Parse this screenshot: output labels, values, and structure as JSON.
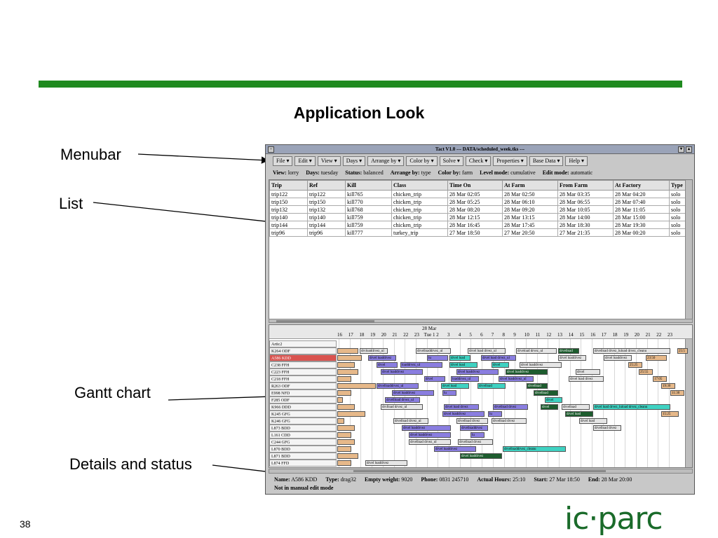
{
  "slide": {
    "title": "Application Look",
    "number": "38",
    "logo": "ic·parc",
    "callouts": {
      "menubar": "Menubar",
      "list": "List",
      "gantt": "Gantt chart",
      "details": "Details and status"
    }
  },
  "app": {
    "window_title": "Tact V1.0 --- DATA/scheduled_week.tks ---",
    "menus": [
      "File ▾",
      "Edit ▾",
      "View ▾",
      "Days ▾",
      "Arrange by ▾",
      "Color by ▾",
      "Solve ▾",
      "Check ▾",
      "Properties ▾",
      "Base Data ▾",
      "Help ▾"
    ],
    "info": [
      {
        "label": "View:",
        "value": "lorry"
      },
      {
        "label": "Days:",
        "value": "tuesday"
      },
      {
        "label": "Status:",
        "value": "balanced"
      },
      {
        "label": "Arrange by:",
        "value": "type"
      },
      {
        "label": "Color by:",
        "value": "farm"
      },
      {
        "label": "Level mode:",
        "value": "cumulative"
      },
      {
        "label": "Edit mode:",
        "value": "automatic"
      }
    ],
    "list": {
      "columns": [
        "Trip",
        "Ref",
        "Kill",
        "Class",
        "Time On",
        "At Farm",
        "From Farm",
        "At Factory",
        "Type"
      ],
      "rows": [
        [
          "trip122",
          "trip122",
          "kill765",
          "chicken_trip",
          "28 Mar 02:05",
          "28 Mar 02:50",
          "28 Mar 03:35",
          "28 Mar 04:20",
          "solo"
        ],
        [
          "trip150",
          "trip150",
          "kill770",
          "chicken_trip",
          "28 Mar 05:25",
          "28 Mar 06:10",
          "28 Mar 06:55",
          "28 Mar 07:40",
          "solo"
        ],
        [
          "trip132",
          "trip132",
          "kill768",
          "chicken_trip",
          "28 Mar 08:20",
          "28 Mar 09:20",
          "28 Mar 10:05",
          "28 Mar 11:05",
          "solo"
        ],
        [
          "trip140",
          "trip140",
          "kill759",
          "chicken_trip",
          "28 Mar 12:15",
          "28 Mar 13:15",
          "28 Mar 14:00",
          "28 Mar 15:00",
          "solo"
        ],
        [
          "trip144",
          "trip144",
          "kill759",
          "chicken_trip",
          "28 Mar 16:45",
          "28 Mar 17:45",
          "28 Mar 18:30",
          "28 Mar 19:30",
          "solo"
        ],
        [
          "trip96",
          "trip96",
          "kill777",
          "turkey_trip",
          "27 Mar 18:50",
          "27 Mar 20:50",
          "27 Mar 21:35",
          "28 Mar 00:20",
          "solo"
        ]
      ]
    },
    "gantt": {
      "date_label": "28 Mar",
      "day_label": "Tue 1",
      "hours": [
        "16",
        "17",
        "18",
        "19",
        "20",
        "21",
        "22",
        "23",
        "",
        "2",
        "3",
        "4",
        "5",
        "6",
        "7",
        "8",
        "9",
        "10",
        "11",
        "12",
        "13",
        "14",
        "15",
        "16",
        "17",
        "18",
        "19",
        "20",
        "21",
        "22",
        "23"
      ],
      "resources": [
        "Artic2",
        "K264 ODF",
        "A586 KDD",
        "C238 FFH",
        "C223 FFH",
        "C218 FFH",
        "R263 ODF",
        "E998 NFD",
        "F285 ODF",
        "K966 DDD",
        "K245 GFG",
        "K246 GFG",
        "L873 BDD",
        "L161 CDD",
        "C244 GFG",
        "L870 BDD",
        "L871 BDD",
        "L874 FFD"
      ],
      "lanes": [
        [],
        [
          [
            "tan",
            0,
            30,
            ""
          ],
          [
            "gray",
            32,
            40,
            "drvloaddrvez_ul"
          ],
          [
            "gray",
            112,
            50,
            "drvelloaddrvez_ul"
          ],
          [
            "gray",
            186,
            54,
            "drvel load drvez_ul"
          ],
          [
            "gray",
            255,
            58,
            "drveload drvez_ul"
          ],
          [
            "dgreen",
            315,
            30,
            "drvelload"
          ],
          [
            "gray",
            365,
            110,
            "drvelload drvez_luload drvez_cleanu"
          ],
          [
            "tan",
            485,
            15,
            "25:5"
          ]
        ],
        [
          [
            "tan",
            0,
            35,
            ""
          ],
          [
            "purple",
            44,
            40,
            "drvel loaddrvez"
          ],
          [
            "purple",
            128,
            30,
            "lu"
          ],
          [
            "teal",
            160,
            30,
            "drvel load"
          ],
          [
            "purple",
            205,
            50,
            "drvel load drvez_ul"
          ],
          [
            "gray",
            315,
            40,
            "drvel loaddrvez"
          ],
          [
            "gray",
            380,
            40,
            "drvel loaddrvez"
          ],
          [
            "tan",
            440,
            30,
            "23:50"
          ]
        ],
        [
          [
            "tan",
            0,
            25,
            ""
          ],
          [
            "purple",
            56,
            30,
            "drvel"
          ],
          [
            "purple",
            90,
            60,
            "loaddrvez_ul"
          ],
          [
            "teal",
            160,
            40,
            "drvel load"
          ],
          [
            "teal",
            220,
            25,
            "drvel"
          ],
          [
            "gray",
            260,
            60,
            "drvel loaddrvez"
          ],
          [
            "tan",
            415,
            20,
            "25:25"
          ]
        ],
        [
          [
            "tan",
            0,
            30,
            ""
          ],
          [
            "purple",
            62,
            60,
            "drvel loaddrvez"
          ],
          [
            "purple",
            170,
            60,
            "drvel loaddrvez"
          ],
          [
            "dgreen",
            240,
            60,
            "drvel loaddrvez"
          ],
          [
            "gray",
            340,
            35,
            "drvel"
          ],
          [
            "tan",
            430,
            20,
            "25:55"
          ]
        ],
        [
          [
            "tan",
            0,
            20,
            ""
          ],
          [
            "purple",
            124,
            30,
            "drvel"
          ],
          [
            "purple",
            162,
            40,
            "loaddrvez_ul"
          ],
          [
            "purple",
            230,
            50,
            "drvel loaddrvez_ul"
          ],
          [
            "gray",
            330,
            50,
            "drvel load drvez"
          ],
          [
            "tan",
            450,
            20,
            "17:05"
          ]
        ],
        [
          [
            "tan",
            0,
            55,
            ""
          ],
          [
            "purple",
            56,
            60,
            "drvelloaddrvez_ul"
          ],
          [
            "teal",
            148,
            40,
            "drvel load"
          ],
          [
            "teal",
            200,
            40,
            "drvelload"
          ],
          [
            "dgreen",
            270,
            30,
            "drvelload"
          ],
          [
            "tan",
            462,
            20,
            "19:30"
          ]
        ],
        [
          [
            "tan",
            0,
            20,
            ""
          ],
          [
            "purple",
            78,
            60,
            "drvel loaddrvez"
          ],
          [
            "purple",
            150,
            20,
            "lu"
          ],
          [
            "dgreen",
            280,
            35,
            "drvelload"
          ],
          [
            "tan",
            475,
            20,
            "11:30"
          ]
        ],
        [
          [
            "tan",
            0,
            8,
            ""
          ],
          [
            "purple",
            68,
            50,
            "drvellload drvez_ul"
          ],
          [
            "teal",
            296,
            25,
            "drvel"
          ]
        ],
        [
          [
            "tan",
            0,
            25,
            ""
          ],
          [
            "gray",
            62,
            60,
            "drvlload drvez_ul"
          ],
          [
            "purple",
            152,
            50,
            "drvel load drvez"
          ],
          [
            "purple",
            222,
            50,
            "drvelload drvez"
          ],
          [
            "dgreen",
            290,
            25,
            "drvel"
          ],
          [
            "gray",
            320,
            40,
            "drvelload"
          ],
          [
            "teal",
            365,
            110,
            "drvel load drvez_luload drvez_cleanu"
          ]
        ],
        [
          [
            "tan",
            0,
            40,
            ""
          ],
          [
            "purple",
            150,
            60,
            "drvel loaddrvez"
          ],
          [
            "purple",
            215,
            20,
            "lu"
          ],
          [
            "dgreen",
            325,
            40,
            "drvel load"
          ],
          [
            "tan",
            462,
            25,
            "15:25"
          ]
        ],
        [
          [
            "tan",
            0,
            10,
            ""
          ],
          [
            "gray",
            80,
            50,
            "drvelload drvez_ul"
          ],
          [
            "gray",
            170,
            45,
            "drvelload drvez"
          ],
          [
            "gray",
            220,
            50,
            "drvelload drvez"
          ],
          [
            "gray",
            345,
            40,
            "drvel load"
          ]
        ],
        [
          [
            "tan",
            0,
            25,
            ""
          ],
          [
            "purple",
            92,
            70,
            "drvel loaddrvez"
          ],
          [
            "purple",
            175,
            40,
            "drvelloaddrvez"
          ],
          [
            "gray",
            365,
            40,
            "drvelload drvez"
          ]
        ],
        [
          [
            "tan",
            0,
            20,
            ""
          ],
          [
            "purple",
            102,
            60,
            "drvel loaddrvez"
          ],
          [
            "purple",
            190,
            20,
            "lu"
          ]
        ],
        [
          [
            "tan",
            0,
            25,
            ""
          ],
          [
            "gray",
            102,
            60,
            "drvelload drvez_ul"
          ],
          [
            "gray",
            172,
            50,
            "drvelload drvez"
          ]
        ],
        [
          [
            "tan",
            0,
            20,
            ""
          ],
          [
            "purple",
            138,
            60,
            "drvel loaddrvez"
          ],
          [
            "teal",
            236,
            90,
            "drvelloaddrvez_cleanu"
          ]
        ],
        [
          [
            "tan",
            0,
            30,
            ""
          ],
          [
            "dgreen",
            175,
            60,
            "drvel loaddrvez"
          ]
        ],
        [
          [
            "tan",
            0,
            20,
            ""
          ],
          [
            "gray",
            40,
            60,
            "drvel loaddrvez"
          ]
        ]
      ]
    },
    "details": {
      "fields": [
        {
          "label": "Name:",
          "value": "A586 KDD"
        },
        {
          "label": "Type:",
          "value": "drag32"
        },
        {
          "label": "Empty weight:",
          "value": "9020"
        },
        {
          "label": "Phone:",
          "value": "0831 245710"
        },
        {
          "label": "Actual Hours:",
          "value": "25:10"
        },
        {
          "label": "Start:",
          "value": "27 Mar 18:50"
        },
        {
          "label": "End:",
          "value": "28 Mar 20:00"
        }
      ],
      "status": "Not in manual edit mode"
    }
  }
}
